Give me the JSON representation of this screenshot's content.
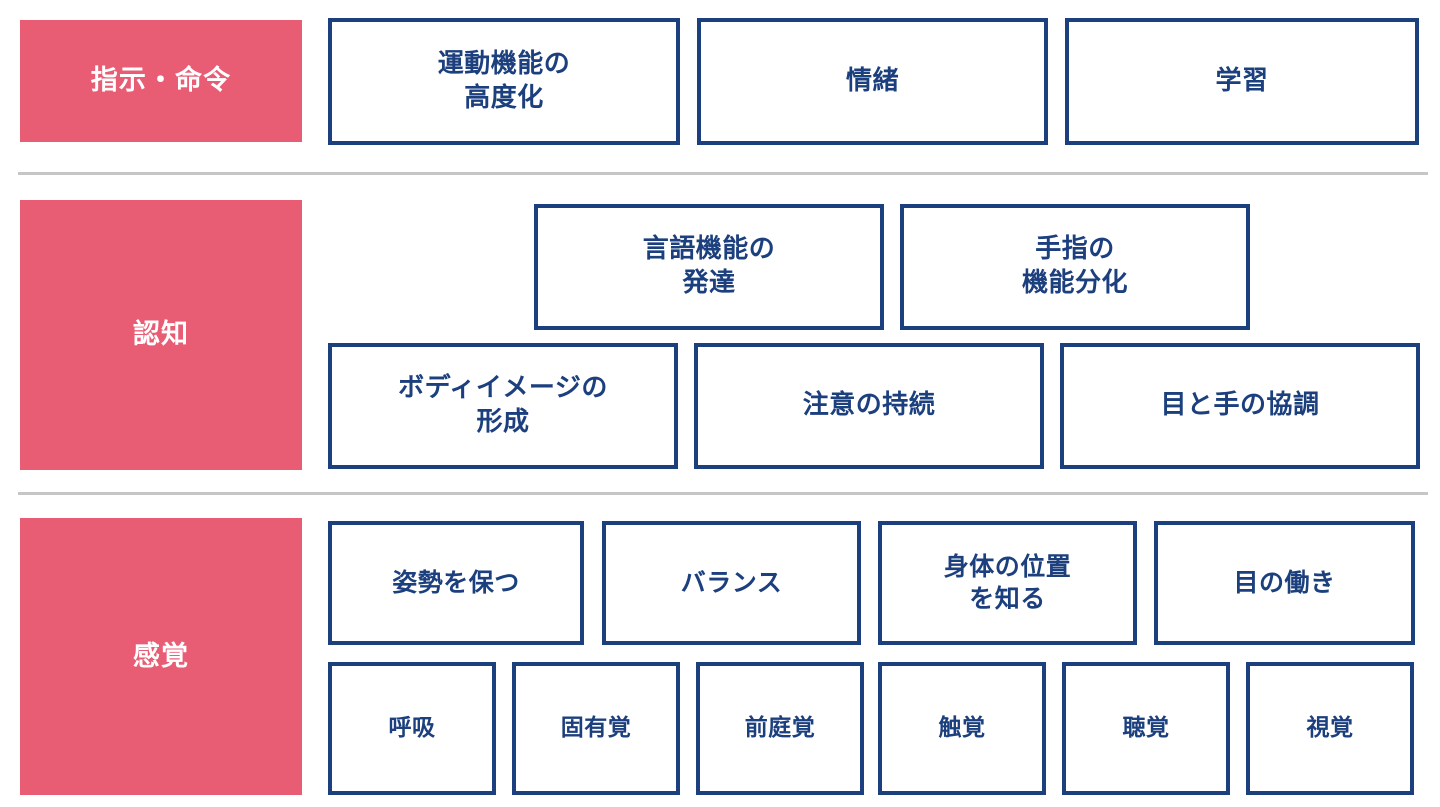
{
  "colors": {
    "category_bg": "#E85C74",
    "category_text": "#FFFFFF",
    "box_border": "#1C3F7E",
    "box_text": "#1C3F7E",
    "box_bg": "#FFFFFF",
    "divider": "#C6C6C6",
    "page_bg": "#FFFFFF"
  },
  "diagram": {
    "rows": [
      {
        "category": "指示・命令",
        "groups": [
          {
            "items": [
              {
                "label": "運動機能の\n高度化"
              },
              {
                "label": "情緒"
              },
              {
                "label": "学習"
              }
            ]
          }
        ]
      },
      {
        "category": "認知",
        "groups": [
          {
            "items": [
              {
                "label": "言語機能の\n発達"
              },
              {
                "label": "手指の\n機能分化"
              }
            ]
          },
          {
            "items": [
              {
                "label": "ボディイメージの\n形成"
              },
              {
                "label": "注意の持続"
              },
              {
                "label": "目と手の協調"
              }
            ]
          }
        ]
      },
      {
        "category": "感覚",
        "groups": [
          {
            "items": [
              {
                "label": "姿勢を保つ"
              },
              {
                "label": "バランス"
              },
              {
                "label": "身体の位置\nを知る"
              },
              {
                "label": "目の働き"
              }
            ]
          },
          {
            "items": [
              {
                "label": "呼吸"
              },
              {
                "label": "固有覚"
              },
              {
                "label": "前庭覚"
              },
              {
                "label": "触覚"
              },
              {
                "label": "聴覚"
              },
              {
                "label": "視覚"
              }
            ]
          }
        ]
      }
    ]
  }
}
